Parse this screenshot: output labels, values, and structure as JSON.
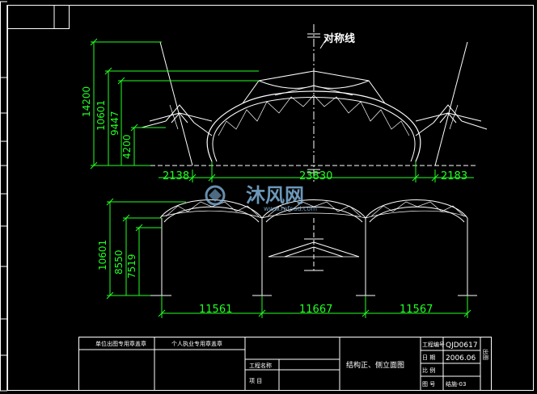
{
  "front_elevation": {
    "axis_label": "对称线",
    "heights": [
      "14200",
      "10601",
      "9447",
      "4200"
    ],
    "spans": [
      "2138",
      "23830",
      "2183"
    ]
  },
  "side_elevation": {
    "heights": [
      "10601",
      "8550",
      "7519"
    ],
    "spans": [
      "11561",
      "11667",
      "11567"
    ]
  },
  "watermark": {
    "logo_text": "沐风网",
    "url": "www.mfcad.com"
  },
  "title_block": {
    "unit_label": "单位出图专用章盖章",
    "personal_label": "个人执业专用章盖章",
    "project_name_label": "工程名称",
    "item_label": "项  目",
    "drawing_title": "结构正、侧立面图",
    "project_no_label": "工程编号",
    "project_no": "QJD0617",
    "date_label": "日  期",
    "date": "2006.06",
    "scale_label": "比  例",
    "scale": "",
    "drawing_no_label": "图  号",
    "drawing_no": "结施-03",
    "side_label": "出图"
  },
  "colors": {
    "background": "#000000",
    "lines": "#ffffff",
    "dimensions": "#22ff22",
    "border": "#ffffff"
  }
}
